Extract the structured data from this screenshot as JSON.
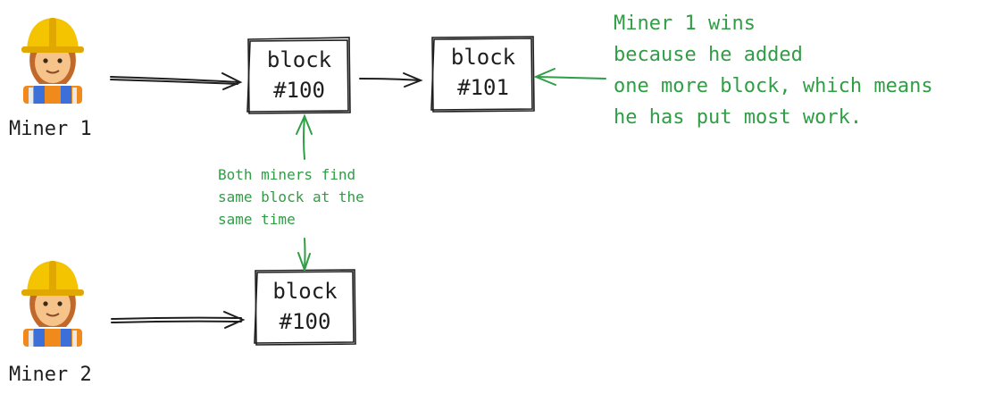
{
  "colors": {
    "ink": "#1e1e1e",
    "annotation": "#2f9e44",
    "helmet": "#f5c400",
    "skin": "#f6c48a",
    "hair": "#c1692b",
    "vest_orange": "#f08a1c",
    "vest_blue": "#3d6fd8",
    "reflective": "#e9e9e9"
  },
  "miners": [
    {
      "label": "Miner 1",
      "icon": "construction-worker-icon"
    },
    {
      "label": "Miner 2",
      "icon": "construction-worker-icon"
    }
  ],
  "blocks": {
    "miner1_first": {
      "line1": "block",
      "line2": "#100"
    },
    "miner1_second": {
      "line1": "block",
      "line2": "#101"
    },
    "miner2_first": {
      "line1": "block",
      "line2": "#100"
    }
  },
  "annotations": {
    "same_time": [
      "Both miners find",
      "same block at the",
      "same time"
    ],
    "winner": [
      "Miner 1 wins",
      "because he added",
      "one more block, which means",
      "he has put most work."
    ]
  }
}
